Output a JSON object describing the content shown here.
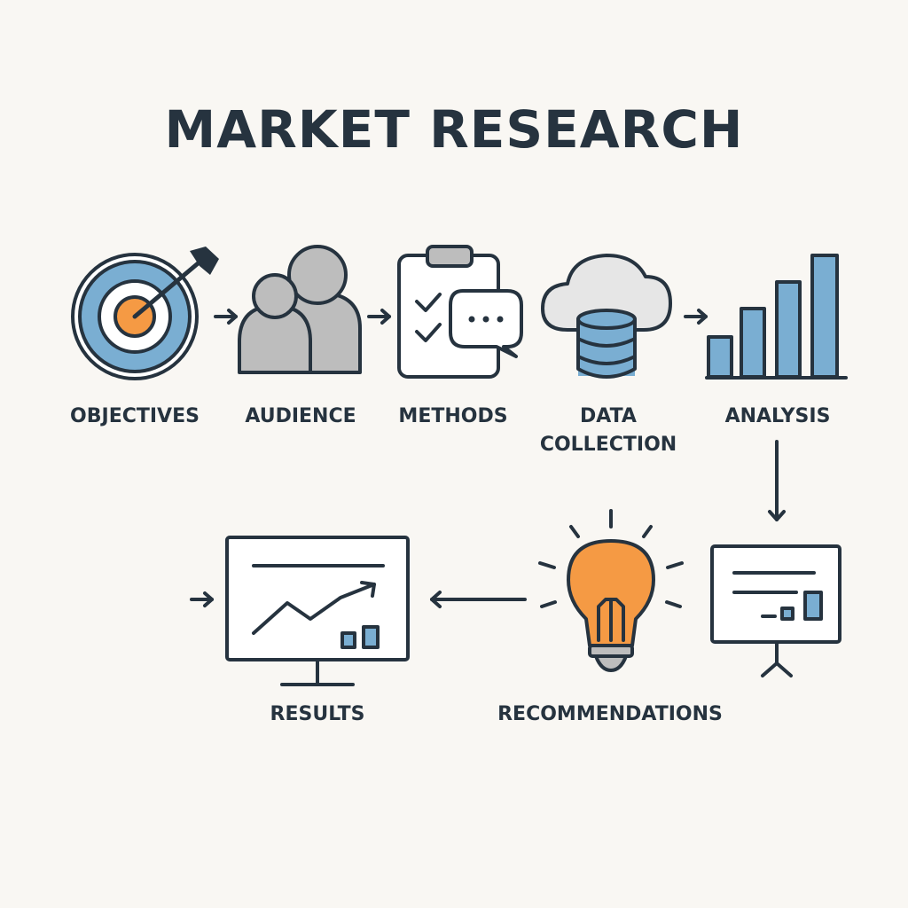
{
  "title": "MARKET RESEARCH",
  "steps": {
    "objectives": "OBJECTIVES",
    "audience": "AUDIENCE",
    "methods": "METHODS",
    "data_collection_line1": "DATA",
    "data_collection_line2": "COLLECTION",
    "analysis": "ANALYSIS",
    "recommendations": "RECOMMENDATIONS",
    "results": "RESULTS"
  },
  "colors": {
    "outline": "#26333f",
    "blue": "#7aaed2",
    "orange": "#f59a44",
    "gray": "#bdbdbd",
    "background": "#f9f7f3"
  }
}
